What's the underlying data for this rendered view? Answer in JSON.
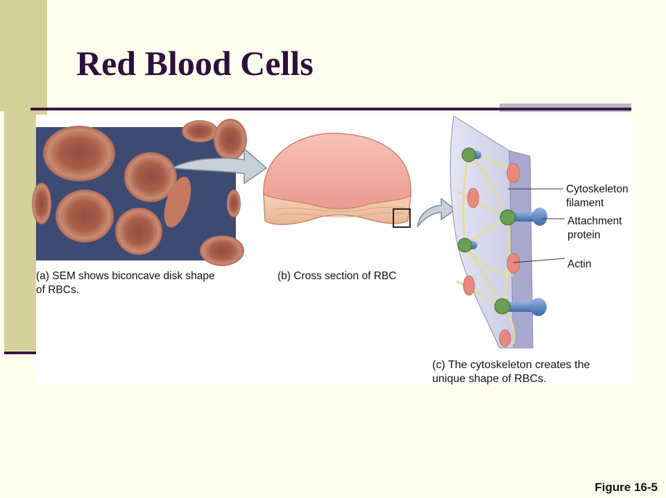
{
  "slide": {
    "title": "Red Blood Cells",
    "figure_label": "Figure 16-5"
  },
  "panels": {
    "a": {
      "letter": "(a)",
      "caption_line1": "SEM shows biconcave disk shape",
      "caption_line2": "of RBCs."
    },
    "b": {
      "letter": "(b)",
      "caption": "Cross section of RBC"
    },
    "c": {
      "letter": "(c)",
      "caption_line1": "The cytoskeleton creates the",
      "caption_line2": "unique shape of RBCs."
    }
  },
  "callouts": {
    "cytoskeleton_line1": "Cytoskeleton",
    "cytoskeleton_line2": "filament",
    "attachment_line1": "Attachment",
    "attachment_line2": "protein",
    "actin": "Actin"
  },
  "colors": {
    "title": "#2e0f3e",
    "sidebar": "#d4d19a",
    "rule": "#3a1446",
    "sem_background": "#3d4a72",
    "rbc": "#b5705a",
    "cross_section": "#f0a9a0",
    "membrane": "#b9b9dc",
    "attachment_protein": "#5b86c8",
    "node": "#6a9e55",
    "actin": "#e98a80"
  }
}
